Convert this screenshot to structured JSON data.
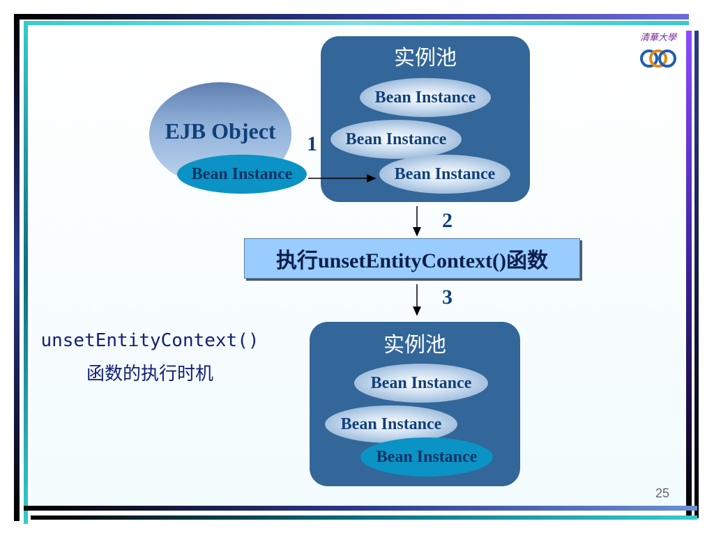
{
  "colors": {
    "pool_fill": "#336699",
    "bean_text": "#10407a",
    "active_bean": "#0a93c4",
    "exec_box": "#99ccff",
    "accent_cyan": "#33cccc",
    "accent_purple": "#8a4dff"
  },
  "logo": {
    "name": "tsinghua-logo-icon",
    "script_text": "清華大學"
  },
  "ejb": {
    "label": "EJB Object",
    "bean_label": "Bean Instance"
  },
  "pool_top": {
    "title": "实例池",
    "beans": [
      "Bean Instance",
      "Bean Instance",
      "Bean Instance"
    ]
  },
  "pool_bottom": {
    "title": "实例池",
    "beans": [
      "Bean Instance",
      "Bean Instance",
      "Bean Instance"
    ]
  },
  "steps": {
    "one": "1",
    "two": "2",
    "three": "3"
  },
  "exec_box": {
    "label": "执行unsetEntityContext()函数"
  },
  "side_note": {
    "line1": "unsetEntityContext()",
    "line2": "函数的执行时机"
  },
  "page_number": "25"
}
